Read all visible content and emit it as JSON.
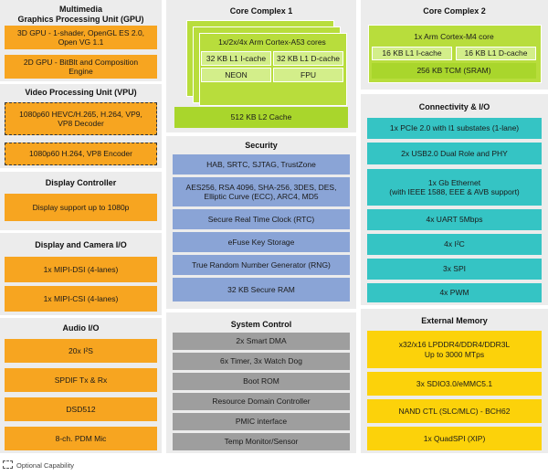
{
  "gpu": {
    "title": "Multimedia\nGraphics Processing Unit (GPU)",
    "items": [
      "3D GPU - 1-shader, OpenGL ES 2.0, Open VG 1.1",
      "2D GPU - BitBlt and Composition Engine"
    ]
  },
  "vpu": {
    "title": "Video Processing Unit (VPU)",
    "items": [
      "1080p60 HEVC/H.265, H.264, VP9, VP8 Decoder",
      "1080p60 H.264, VP8 Encoder"
    ]
  },
  "display": {
    "title": "Display Controller",
    "items": [
      "Display support up to 1080p"
    ]
  },
  "camera": {
    "title": "Display and Camera I/O",
    "items": [
      "1x MIPI-DSI (4-lanes)",
      "1x MIPI-CSI (4-lanes)"
    ]
  },
  "audio": {
    "title": "Audio I/O",
    "items": [
      "20x I²S",
      "SPDIF Tx & Rx",
      "DSD512",
      "8-ch. PDM Mic"
    ]
  },
  "core1": {
    "title": "Core Complex 1",
    "cores": "1x/2x/4x Arm Cortex-A53 cores",
    "icache": "32 KB L1 I-cache",
    "dcache": "32 KB L1 D-cache",
    "neon": "NEON",
    "fpu": "FPU",
    "l2": "512 KB L2 Cache"
  },
  "security": {
    "title": "Security",
    "items": [
      "HAB, SRTC, SJTAG, TrustZone",
      "AES256, RSA 4096, SHA-256, 3DES, DES, Elliptic Curve (ECC), ARC4, MD5",
      "Secure Real Time Clock (RTC)",
      "eFuse Key Storage",
      "True Random Number Generator (RNG)",
      "32 KB Secure RAM"
    ]
  },
  "system": {
    "title": "System Control",
    "items": [
      "2x Smart DMA",
      "6x Timer, 3x Watch Dog",
      "Boot ROM",
      "Resource Domain Controller",
      "PMIC interface",
      "Temp Monitor/Sensor"
    ]
  },
  "core2": {
    "title": "Core Complex 2",
    "core": "1x Arm Cortex-M4 core",
    "icache": "16 KB L1 I-cache",
    "dcache": "16 KB L1 D-cache",
    "tcm": "256 KB TCM (SRAM)"
  },
  "connectivity": {
    "title": "Connectivity & I/O",
    "items": [
      "1x PCIe 2.0 with l1 substates (1-lane)",
      "2x USB2.0 Dual Role and PHY",
      "1x Gb Ethernet\n(with IEEE 1588, EEE & AVB support)",
      "4x UART 5Mbps",
      "4x I²C",
      "3x SPI",
      "4x PWM"
    ]
  },
  "memory": {
    "title": "External Memory",
    "items": [
      "x32/x16 LPDDR4/DDR4/DDR3L\nUp to 3000 MTps",
      "3x SDIO3.0/eMMC5.1",
      "NAND CTL (SLC/MLC) - BCH62",
      "1x QuadSPI (XIP)"
    ]
  },
  "legend": {
    "label": "Optional Capability"
  }
}
